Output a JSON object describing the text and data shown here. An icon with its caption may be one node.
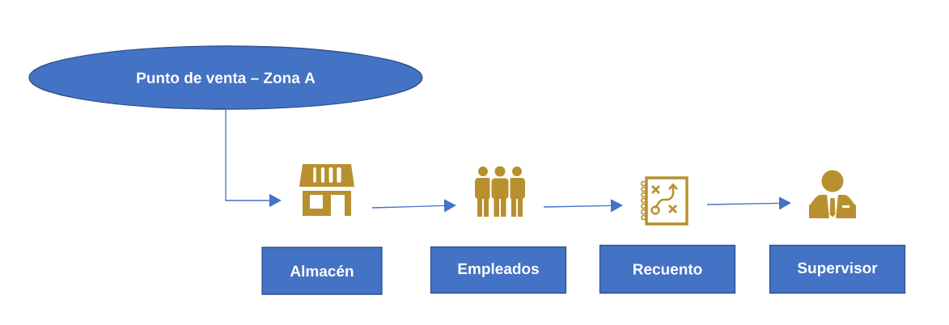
{
  "diagram": {
    "nodes": [
      {
        "text": [
          "Punto de venta – Zona A"
        ]
      },
      {
        "text": [],
        "shape": "picture"
      },
      {
        "text": [
          "Almacén"
        ]
      },
      {
        "text": [],
        "shape": "picture"
      },
      {
        "text": [
          "Empleados"
        ]
      },
      {
        "text": [],
        "shape": "picture"
      },
      {
        "text": [
          "Recuento"
        ]
      },
      {
        "text": [],
        "shape": "picture"
      },
      {
        "text": [
          "Supervisor"
        ]
      }
    ],
    "edges": [
      {
        "from": 0,
        "to": 1,
        "arrow": "to"
      },
      {
        "from": 1,
        "to": 3,
        "arrow": "to"
      },
      {
        "from": 3,
        "to": 5,
        "arrow": "to"
      },
      {
        "from": 5,
        "to": 7,
        "arrow": "to"
      }
    ]
  }
}
